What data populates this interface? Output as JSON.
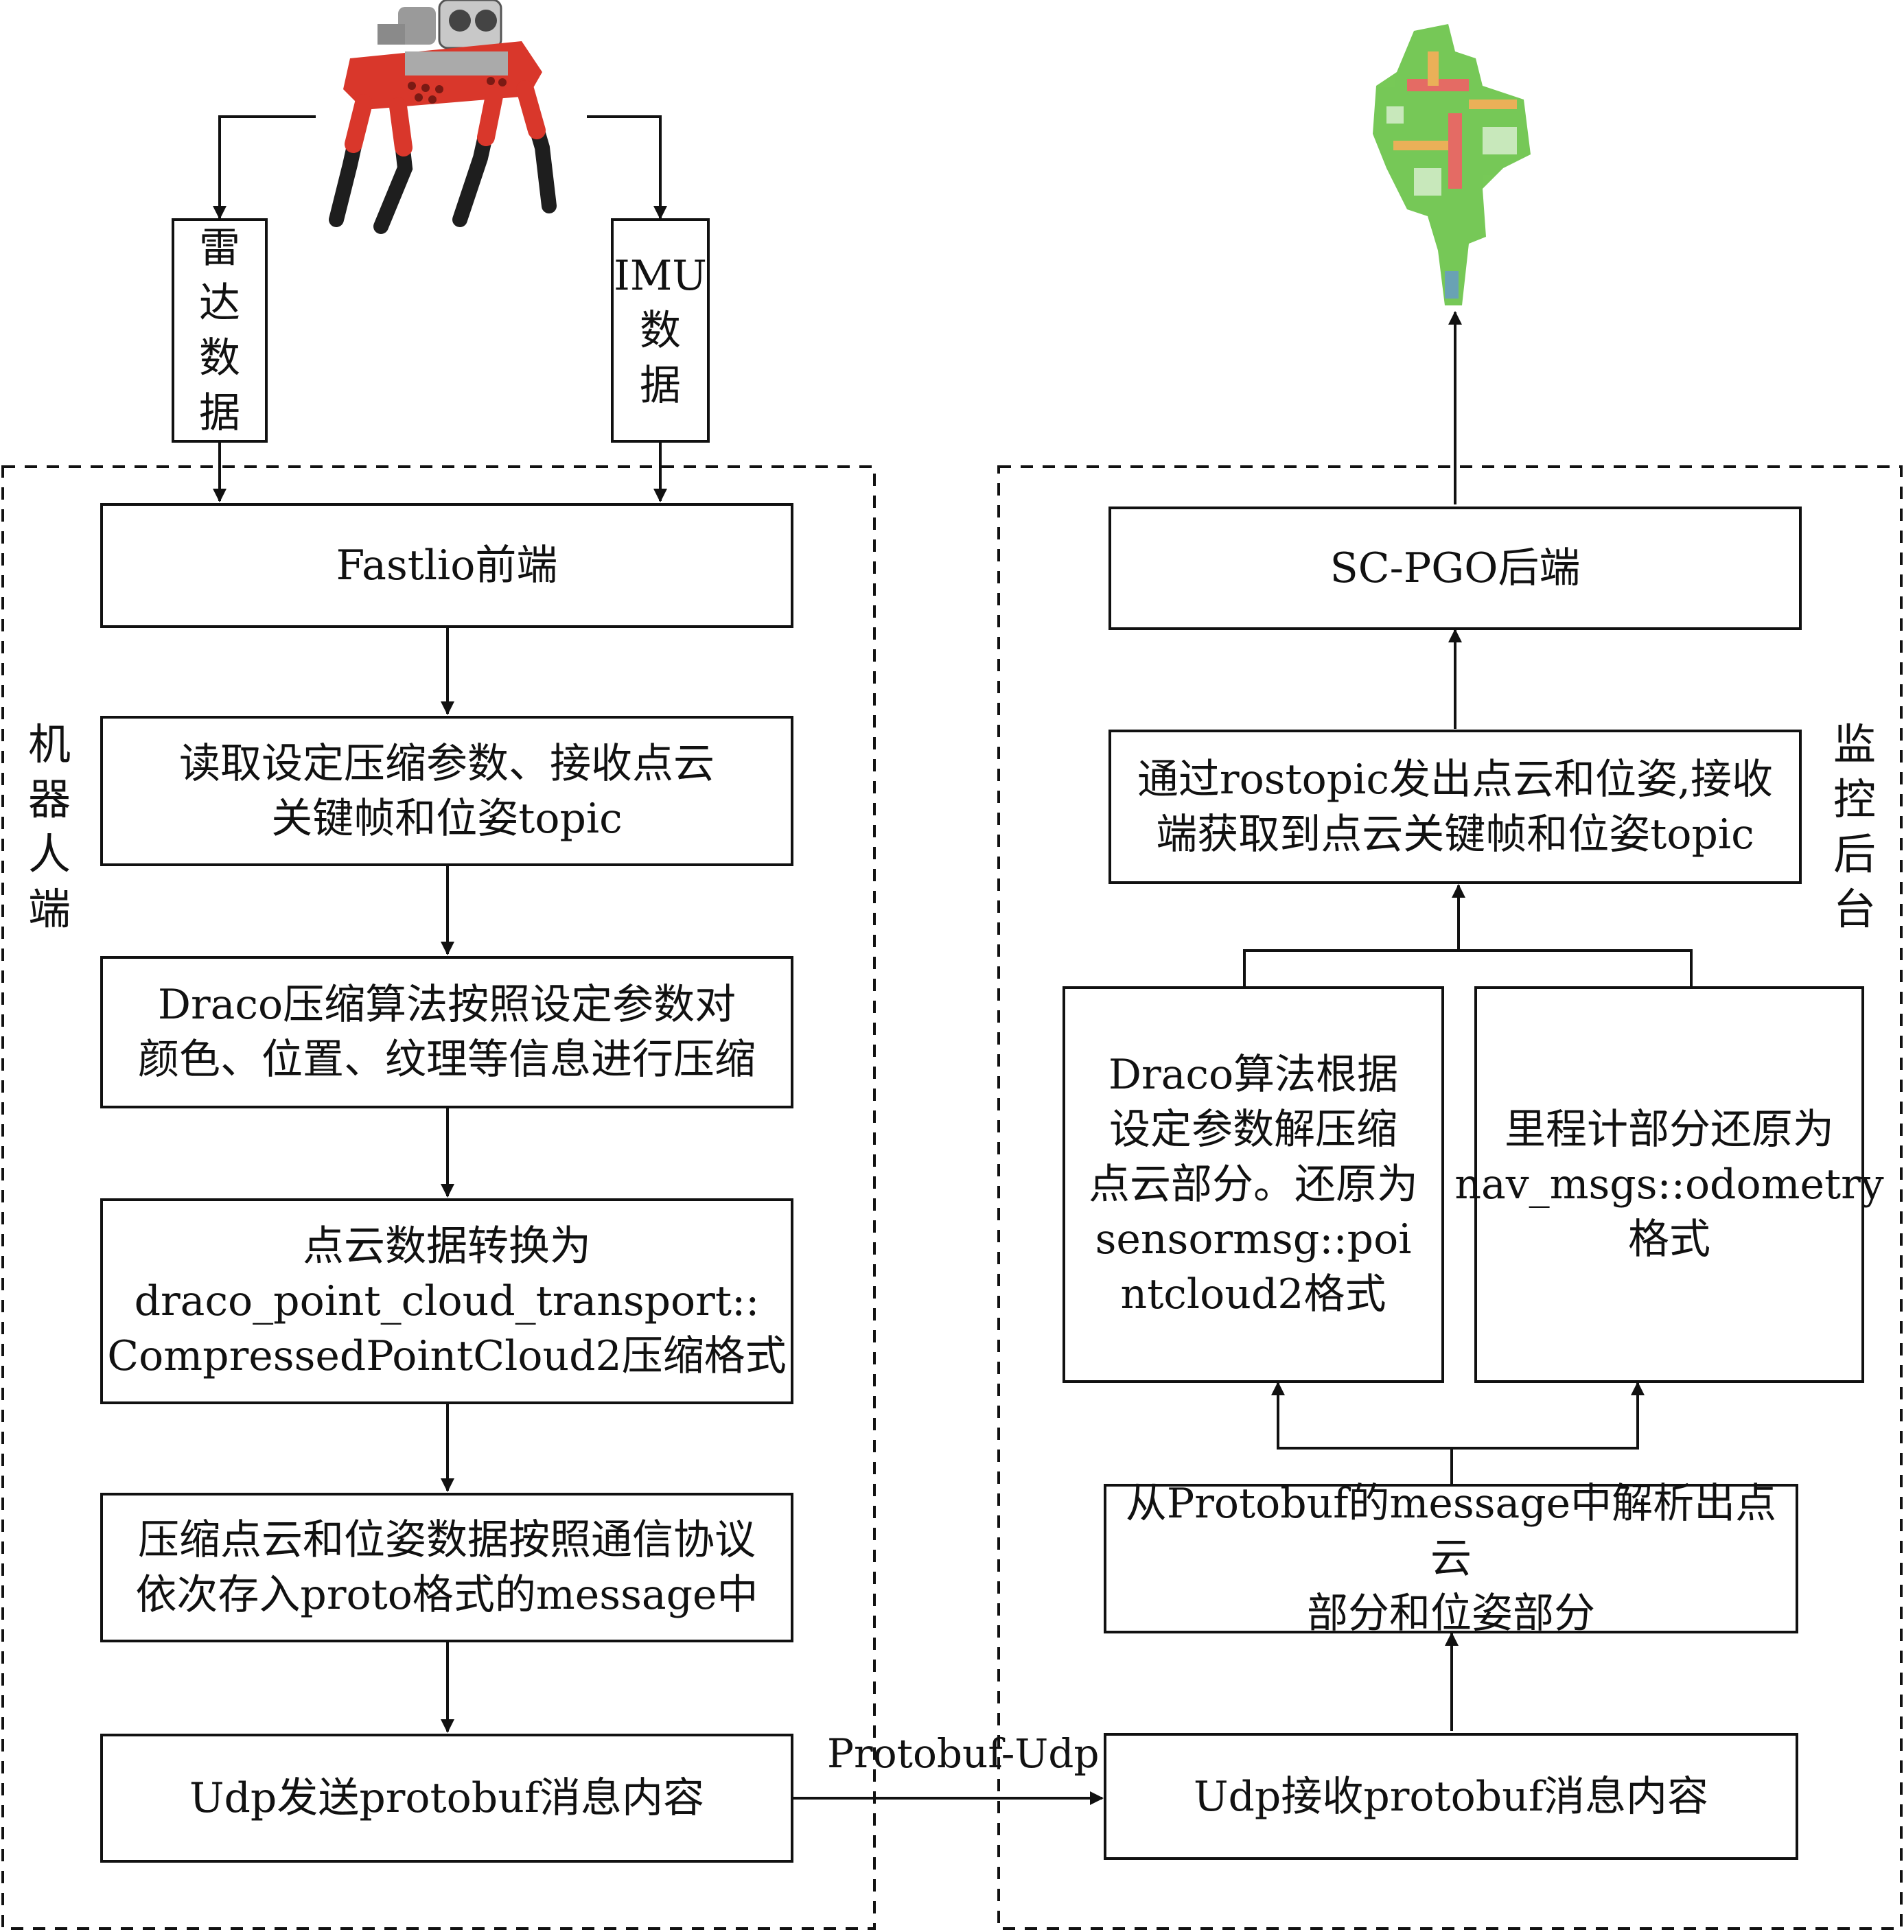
{
  "inputs": {
    "lidar": "雷\n达\n数\n据",
    "imu": "IMU\n数\n据"
  },
  "groups": {
    "robot": "机\n器\n人\n端",
    "monitor": "监\n控\n后\n台"
  },
  "robot_steps": {
    "fastlio": "Fastlio前端",
    "read_params": "读取设定压缩参数、接收点云\n关键帧和位姿topic",
    "draco_compress": "Draco压缩算法按照设定参数对\n颜色、位置、纹理等信息进行压缩",
    "convert": "点云数据转换为\ndraco_point_cloud_transport::\nCompressedPointCloud2压缩格式",
    "store_proto": "压缩点云和位姿数据按照通信协议\n依次存入proto格式的message中",
    "udp_send": "Udp发送protobuf消息内容"
  },
  "link_label": "Protobuf-Udp",
  "monitor_steps": {
    "udp_receive": "Udp接收protobuf消息内容",
    "parse": "从Protobuf的message中解析出点云\n部分和位姿部分",
    "draco_decompress": "Draco算法根据\n设定参数解压缩\n点云部分。还原为\nsensormsg::poi\nntcloud2格式",
    "odometry": "里程计部分还原为\nnav_msgs::odometry\n格式",
    "publish": "通过rostopic发出点云和位姿,接收\n端获取到点云关键帧和位姿topic",
    "backend": "SC-PGO后端"
  },
  "colors": {
    "robot_body": "#d9372b",
    "robot_legs": "#1e1e1e",
    "map_green": "#5fbf3a",
    "map_red": "#e0524a",
    "map_orange": "#e7a33b"
  },
  "icons": {
    "robot": "quadruped-robot-dog",
    "map": "point-cloud-map"
  }
}
